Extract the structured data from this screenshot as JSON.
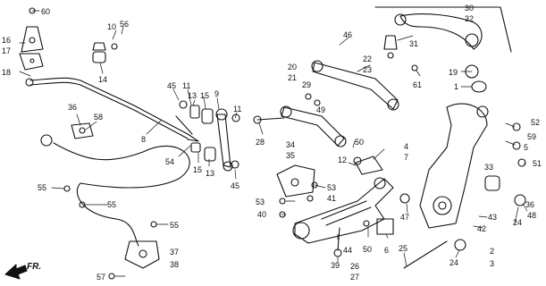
{
  "callouts": {
    "c60": "60",
    "c16": "16",
    "c17": "17",
    "c18": "18",
    "c10": "10",
    "c56": "56",
    "c14": "14",
    "c8": "8",
    "c36": "36",
    "c58": "58",
    "c45a": "45",
    "c11a": "11",
    "c13a": "13",
    "c15a": "15",
    "c9": "9",
    "c11b": "11",
    "c54": "54",
    "c15b": "15",
    "c13b": "13",
    "c45b": "45",
    "c55a": "55",
    "c55b": "55",
    "c55c": "55",
    "c37": "37",
    "c38": "38",
    "c57": "57",
    "c30": "30",
    "c32": "32",
    "c46": "46",
    "c31": "31",
    "c22": "22",
    "c23": "23",
    "c20": "20",
    "c21": "21",
    "c29": "29",
    "c49": "49",
    "c19": "19",
    "c1": "1",
    "c61": "61",
    "c28": "28",
    "c34": "34",
    "c35": "35",
    "c50a": "50",
    "c4": "4",
    "c7": "7",
    "c12": "12",
    "c53": "53",
    "c41": "41",
    "c40": "40",
    "c52": "52",
    "c59": "59",
    "c5": "5",
    "c51": "51",
    "c33": "33",
    "c43": "43",
    "c42": "42",
    "c48": "48",
    "c24a": "24",
    "c47": "47",
    "c44": "44",
    "c39": "39",
    "c50b": "50",
    "c6": "6",
    "c25": "25",
    "c26": "26",
    "c27": "27",
    "c24b": "24",
    "c2": "2",
    "c3": "3"
  },
  "direction_label": "FR.",
  "colors": {
    "line": "#111111",
    "background": "#ffffff"
  }
}
